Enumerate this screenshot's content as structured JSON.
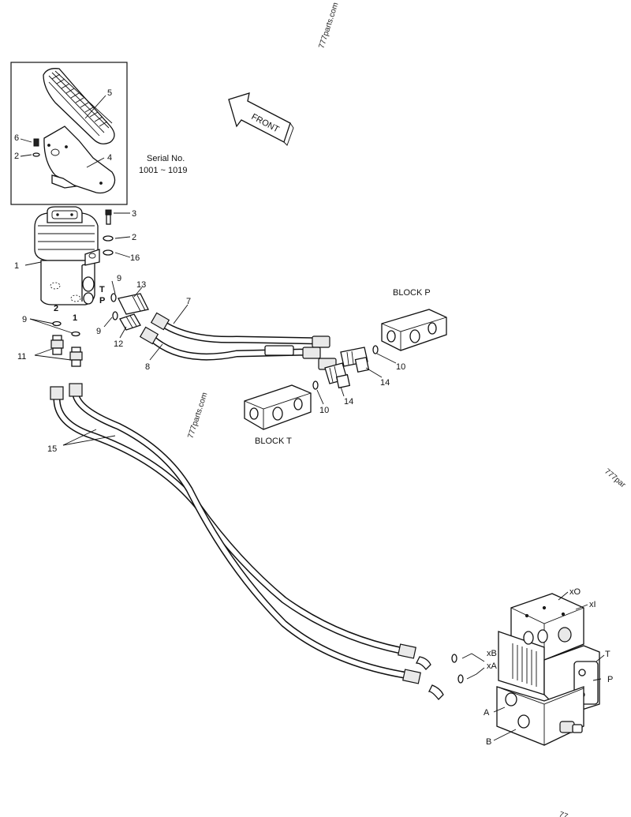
{
  "watermarks": [
    "777parts.com",
    "777parts.com",
    "777par",
    "77"
  ],
  "front_arrow": {
    "label": "FRONT"
  },
  "serial": {
    "line1": "Serial No.",
    "line2": "1001 ~ 1019"
  },
  "blocks": {
    "p": "BLOCK P",
    "t": "BLOCK T"
  },
  "ports": {
    "pedal_t": "T",
    "pedal_p": "P",
    "pedal_2": "2",
    "pedal_1": "1",
    "valve_xo": "xO",
    "valve_xi": "xI",
    "valve_xb": "xB",
    "valve_xa": "xA",
    "valve_t": "T",
    "valve_p": "P",
    "valve_a": "A",
    "valve_b": "B"
  },
  "callouts": {
    "c1": "1",
    "c2a": "2",
    "c2b": "2",
    "c3": "3",
    "c4": "4",
    "c5": "5",
    "c6": "6",
    "c7": "7",
    "c8": "8",
    "c9a": "9",
    "c9b": "9",
    "c9c": "9",
    "c10a": "10",
    "c10b": "10",
    "c11": "11",
    "c12": "12",
    "c13": "13",
    "c14a": "14",
    "c14b": "14",
    "c15": "15",
    "c16": "16"
  }
}
